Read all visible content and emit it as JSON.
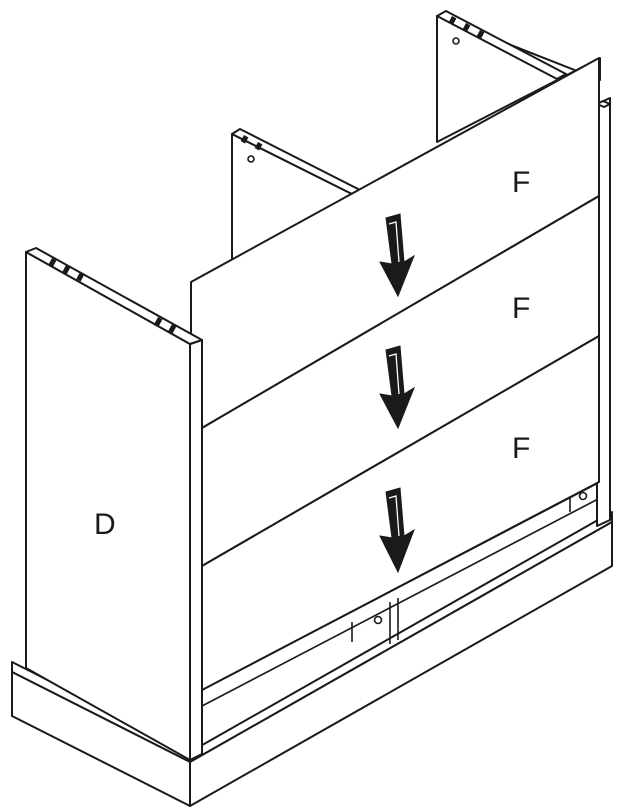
{
  "labels": {
    "side_panel": "D",
    "rail_1": "F",
    "rail_2": "F",
    "rail_3": "F"
  },
  "arrows": {
    "count": 3,
    "direction": "down"
  },
  "colors": {
    "line": "#1a1a1a",
    "fill": "#ffffff"
  }
}
